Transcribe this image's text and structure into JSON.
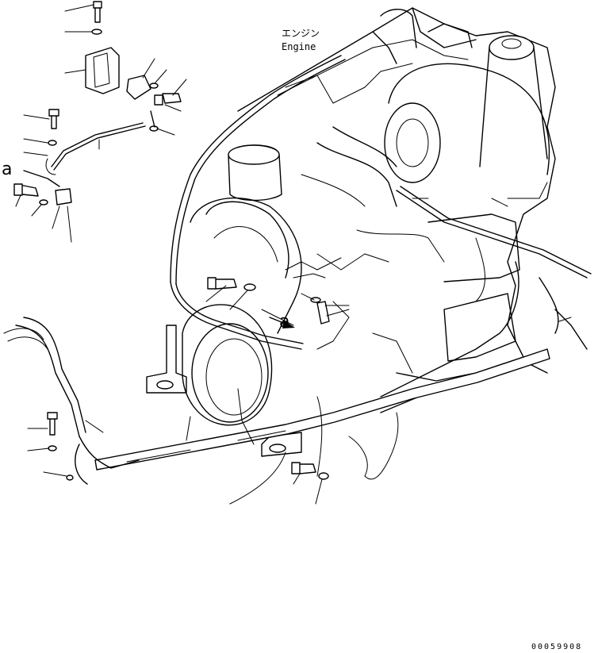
{
  "labels": {
    "engine_jp": "エンジン",
    "engine_en": "Engine",
    "ref_a_top": "a",
    "ref_a_detail": "a",
    "drawing_number": "00059908"
  }
}
